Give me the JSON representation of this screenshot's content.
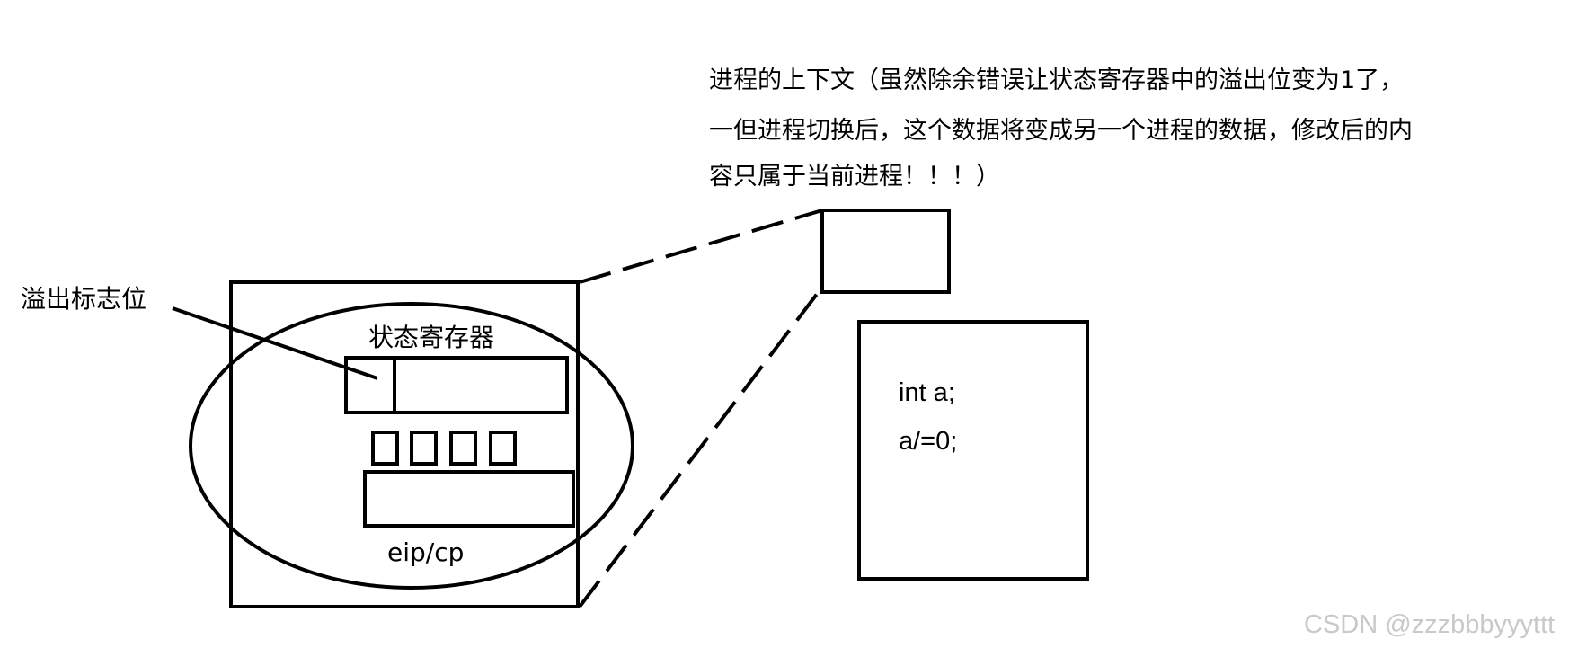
{
  "context_note": {
    "lines": [
      "进程的上下文（虽然除余错误让状态寄存器中的溢出位变为1了，",
      "一但进程切换后，这个数据将变成另一个进程的数据，修改后的内",
      "容只属于当前进程！！！）"
    ]
  },
  "labels": {
    "overflow_flag": "溢出标志位",
    "status_register": "状态寄存器",
    "eip_cp": "eip/cp"
  },
  "code_box": {
    "lines": [
      "int a;",
      "a/=0;"
    ]
  },
  "watermark": "CSDN @zzzbbbyyyttt",
  "colors": {
    "stroke": "#000000",
    "background": "#ffffff",
    "watermark": "#c9c9c9"
  }
}
